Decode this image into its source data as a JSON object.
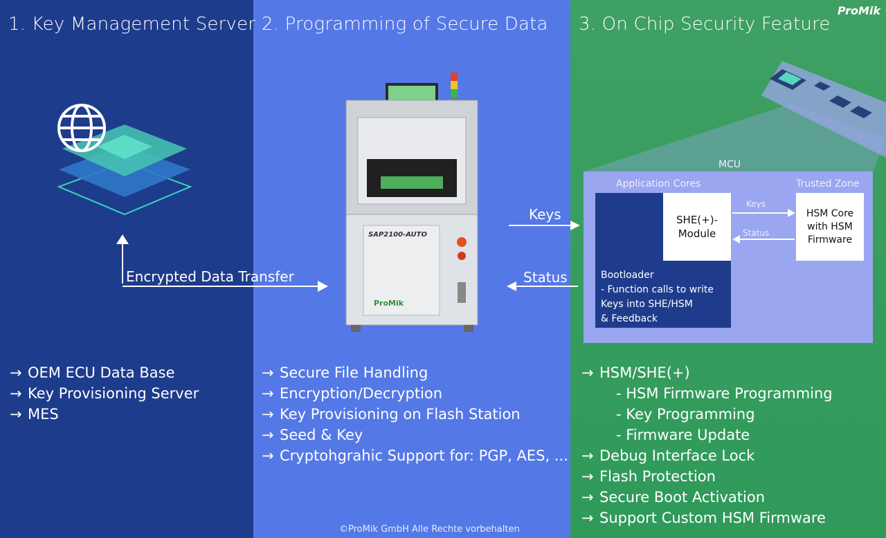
{
  "panels": [
    {
      "title": "1. Key Management Server",
      "items": [
        "OEM ECU Data Base",
        "Key Provisioning Server",
        "MES"
      ]
    },
    {
      "title": "2. Programming of Secure Data",
      "items": [
        "Secure File Handling",
        "Encryption/Decryption",
        "Key Provisioning on Flash Station",
        "Seed & Key",
        "Cryptohgrahic Support for: PGP, AES, ..."
      ]
    },
    {
      "title": "3. On Chip Security Feature",
      "items": [
        "HSM/SHE(+)",
        "- HSM Firmware Programming",
        "- Key Programming",
        "- Firmware Update",
        "Debug Interface Lock",
        "Flash Protection",
        "Secure Boot Activation",
        "Support Custom HSM Firmware"
      ]
    }
  ],
  "arrow_glyph": "→",
  "labels": {
    "encrypted_transfer": "Encrypted Data Transfer",
    "keys": "Keys",
    "status": "Status"
  },
  "mcu": {
    "title": "MCU",
    "app_cores": "Application Cores",
    "trusted_zone": "Trusted Zone",
    "she_line1": "SHE(+)-",
    "she_line2": "Module",
    "hsm_line1": "HSM Core",
    "hsm_line2": "with HSM",
    "hsm_line3": "Firmware",
    "keys": "Keys",
    "status": "Status",
    "boot_lines": [
      "Bootloader",
      "- Function calls to write",
      "Keys into SHE/HSM",
      "& Feedback"
    ]
  },
  "machine": {
    "model": "SAP2100-AUTO",
    "brand": "ProMik"
  },
  "logo": "ProMik",
  "copyright": "©ProMik GmbH Alle Rechte vorbehalten",
  "colors": {
    "panel1": "#1e3c8c",
    "panel2": "#5478e6",
    "panel3": "#35a060",
    "mcu": "#9aa6ef"
  }
}
